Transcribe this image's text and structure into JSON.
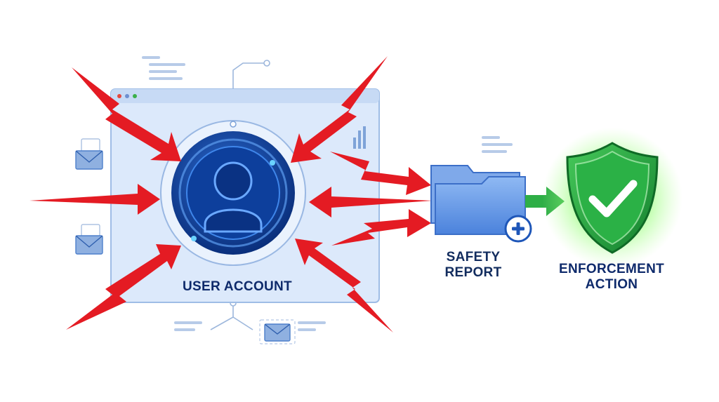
{
  "labels": {
    "user_account": "USER ACCOUNT",
    "safety_report_line1": "SAFETY",
    "safety_report_line2": "REPORT",
    "enforcement_line1": "ENFORCEMENT",
    "enforcement_line2": "ACTION"
  },
  "colors": {
    "attack_arrow": "#e41b23",
    "panel_fill": "#dce9fb",
    "panel_border": "#9fbde6",
    "avatar_dark": "#0d3f9c",
    "folder_blue": "#5e93e6",
    "flow_arrow_green": "#2eae46",
    "shield_green": "#23a63c",
    "glow_green": "#6ef25a",
    "label_navy": "#0e2a6b"
  },
  "icons": [
    "user-avatar-icon",
    "envelope-icon",
    "folder-icon",
    "plus-icon",
    "shield-check-icon",
    "bar-chart-icon"
  ]
}
